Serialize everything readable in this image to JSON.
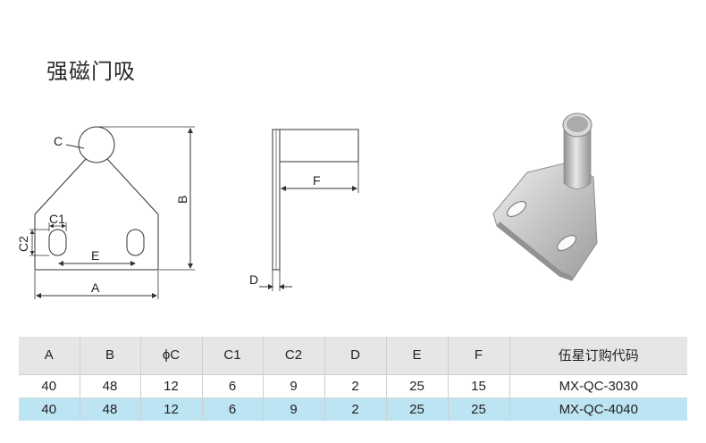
{
  "title": "强磁门吸",
  "drawing_labels": {
    "c": "C",
    "b": "B",
    "c1": "C1",
    "c2": "C2",
    "e": "E",
    "a": "A",
    "f": "F",
    "d": "D"
  },
  "table": {
    "headers": [
      "A",
      "B",
      "ϕC",
      "C1",
      "C2",
      "D",
      "E",
      "F",
      "伍星订购代码"
    ],
    "rows": [
      [
        "40",
        "48",
        "12",
        "6",
        "9",
        "2",
        "25",
        "15",
        "MX-QC-3030"
      ],
      [
        "40",
        "48",
        "12",
        "6",
        "9",
        "2",
        "25",
        "25",
        "MX-QC-4040"
      ]
    ]
  },
  "colors": {
    "highlight_row": "#bde4f2",
    "header_bg": "#e6e6e6",
    "line": "#333333"
  }
}
